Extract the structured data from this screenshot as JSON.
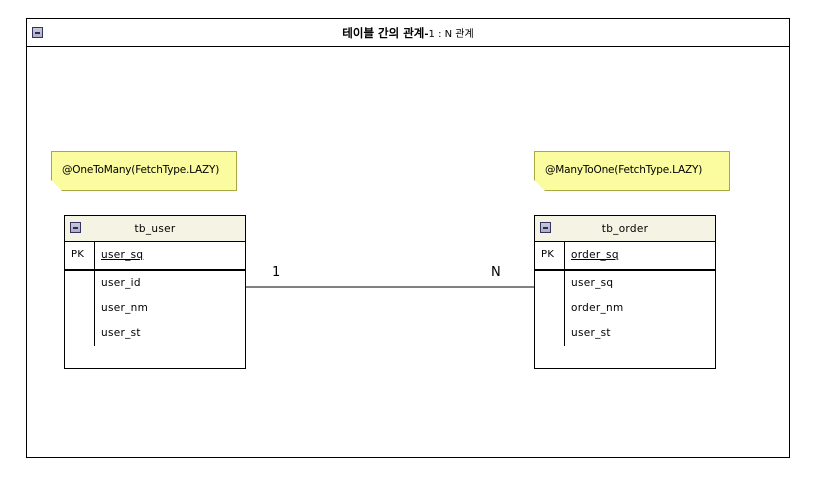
{
  "frame": {
    "collapse_icon": "minus-box-icon",
    "title_main": "테이블 간의 관계",
    "title_separator": "-",
    "title_cardinality": "1 : N 관계"
  },
  "notes": [
    {
      "id": "one-to-many",
      "text": "@OneToMany(FetchType.LAZY)",
      "color": "#fbfb9f"
    },
    {
      "id": "many-to-one",
      "text": "@ManyToOne(FetchType.LAZY)",
      "color": "#fbfb9f"
    }
  ],
  "entities": [
    {
      "id": "tb_user",
      "name": "tb_user",
      "collapse_icon": "minus-box-icon",
      "header_color": "#f5f3e4",
      "pk": {
        "key_label": "PK",
        "field": "user_sq"
      },
      "attributes": [
        "user_id",
        "user_nm",
        "user_st"
      ]
    },
    {
      "id": "tb_order",
      "name": "tb_order",
      "collapse_icon": "minus-box-icon",
      "header_color": "#f5f3e4",
      "pk": {
        "key_label": "PK",
        "field": "order_sq"
      },
      "attributes": [
        "user_sq",
        "order_nm",
        "user_st"
      ]
    }
  ],
  "relationship": {
    "source_cardinality": "1",
    "target_cardinality": "N",
    "line_color": "#808080"
  }
}
